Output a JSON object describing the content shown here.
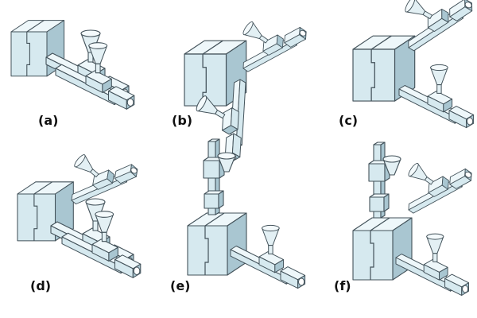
{
  "figure": {
    "description_labels": {
      "a": "(a)",
      "b": "(b)",
      "c": "(c)",
      "d": "(d)",
      "e": "(e)",
      "f": "(f)"
    },
    "colors": {
      "light_face": "#d6e9ef",
      "top_face": "#eef7fa",
      "shadow_face": "#a9c6d1",
      "outline": "#43525a"
    }
  }
}
